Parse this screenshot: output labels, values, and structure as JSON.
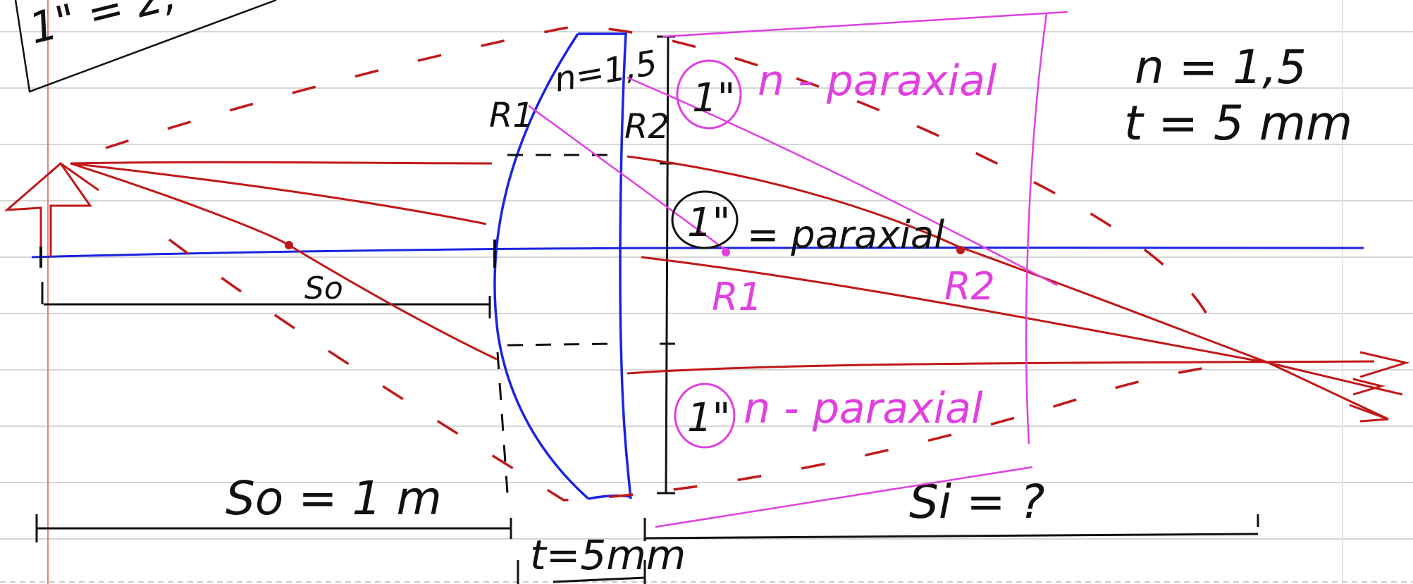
{
  "colors": {
    "ruled_line": "#d6d6d6",
    "margin_line": "#e08080",
    "ink_black": "#111111",
    "ink_red": "#c01818",
    "ink_blue": "#1a24e0",
    "ink_pink": "#e040e0"
  },
  "labels": {
    "scale_note": "1\" = 2,",
    "index_label": "n=1,5",
    "r1_label_lens": "R1",
    "r2_label_lens": "R2",
    "n_value": "n = 1,5",
    "t_value": "t = 5 mm",
    "circle_top": "1\"",
    "top_note": "n - paraxial",
    "circle_middle": "1\"",
    "middle_note": "= paraxial",
    "circle_bottom": "1\"",
    "bottom_note": "n - paraxial",
    "r1_point_label": "R1",
    "r2_point_label": "R2",
    "so_small": "So",
    "so_big": "So = 1 m",
    "si_label": "Si = ?",
    "thickness_label": "t=5mm"
  }
}
